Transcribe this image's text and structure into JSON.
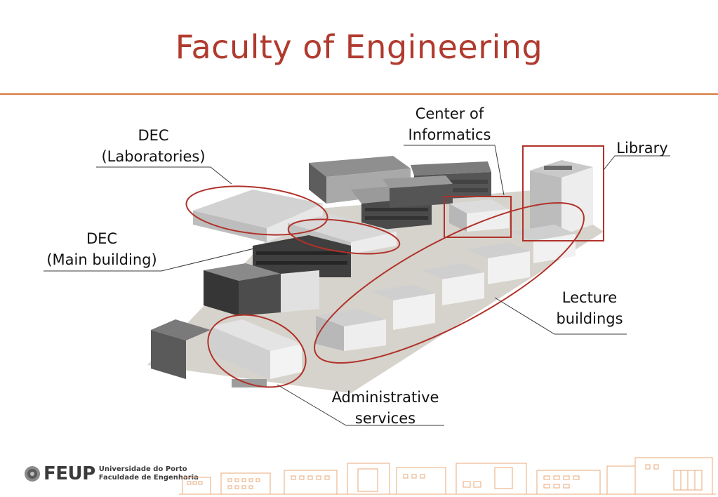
{
  "title": "Faculty of Engineering",
  "labels": {
    "dec_labs_line1": "DEC",
    "dec_labs_line2": "(Laboratories)",
    "dec_main_line1": "DEC",
    "dec_main_line2": "(Main building)",
    "informatics_line1": "Center of",
    "informatics_line2": "Informatics",
    "library": "Library",
    "lecture_line1": "Lecture",
    "lecture_line2": "buildings",
    "admin_line1": "Administrative",
    "admin_line2": "services"
  },
  "footer": {
    "brand": "FEUP",
    "university": "Universidade do Porto",
    "faculty": "Faculdade de Engenharia"
  },
  "colors": {
    "title": "#b03a2e",
    "rule": "#d9763a",
    "highlight": "#b0322a",
    "footer_art": "#e8a878"
  }
}
